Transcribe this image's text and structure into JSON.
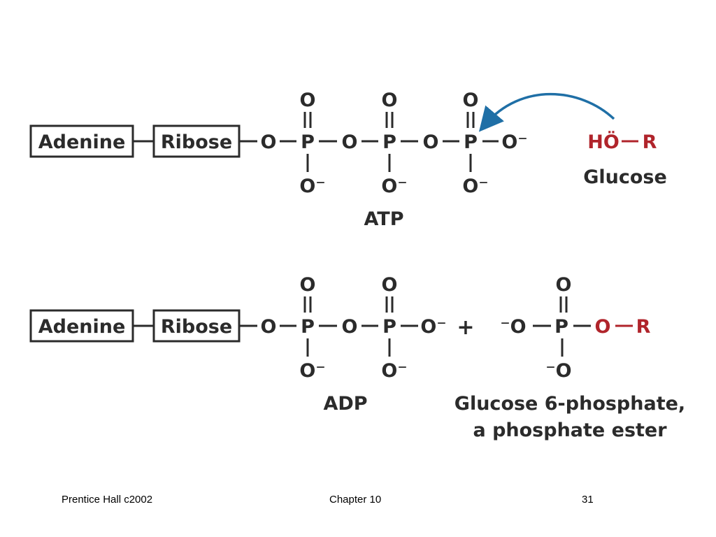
{
  "atp_row": {
    "adenine": "Adenine",
    "ribose": "Ribose",
    "o": "O",
    "p": "P",
    "o_minus": "O⁻",
    "name": "ATP"
  },
  "glucose": {
    "ho": "HÖ",
    "r": "R",
    "name": "Glucose"
  },
  "adp_row": {
    "adenine": "Adenine",
    "ribose": "Ribose",
    "o": "O",
    "p": "P",
    "o_minus": "O⁻",
    "name": "ADP"
  },
  "plus": "+",
  "g6p": {
    "minus_o": "⁻O",
    "p": "P",
    "o": "O",
    "r": "R",
    "name_line1": "Glucose 6-phosphate,",
    "name_line2": "a phosphate ester"
  },
  "footer": {
    "left": "Prentice Hall c2002",
    "center": "Chapter 10",
    "right": "31"
  },
  "colors": {
    "ink": "#2b2b2b",
    "red": "#b0242b",
    "arrow": "#1f6fa6"
  }
}
